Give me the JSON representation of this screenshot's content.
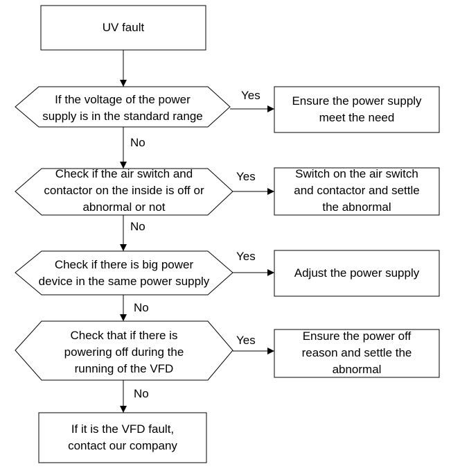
{
  "flowchart": {
    "start": {
      "lines": [
        "UV fault"
      ]
    },
    "decisions": [
      {
        "lines": [
          "If the voltage of the power",
          "supply is in the standard range"
        ]
      },
      {
        "lines": [
          "Check if the air switch and",
          "contactor on the inside is off or",
          "abnormal  or not"
        ]
      },
      {
        "lines": [
          "Check if there is big power",
          "device in the same power supply"
        ]
      },
      {
        "lines": [
          "Check that if there is",
          "powering off during the",
          "running of the VFD"
        ]
      }
    ],
    "actions": [
      {
        "lines": [
          "Ensure the power supply",
          "meet the need"
        ]
      },
      {
        "lines": [
          "Switch on the air switch",
          "and contactor and settle",
          "the abnormal"
        ]
      },
      {
        "lines": [
          "Adjust the power supply"
        ]
      },
      {
        "lines": [
          "Ensure the power off",
          "reason and settle the",
          "abnormal"
        ]
      }
    ],
    "end": {
      "lines": [
        "If it is the VFD fault,",
        "contact our company"
      ]
    },
    "yes_label": "Yes",
    "no_label": "No",
    "line_color": "#000000"
  }
}
